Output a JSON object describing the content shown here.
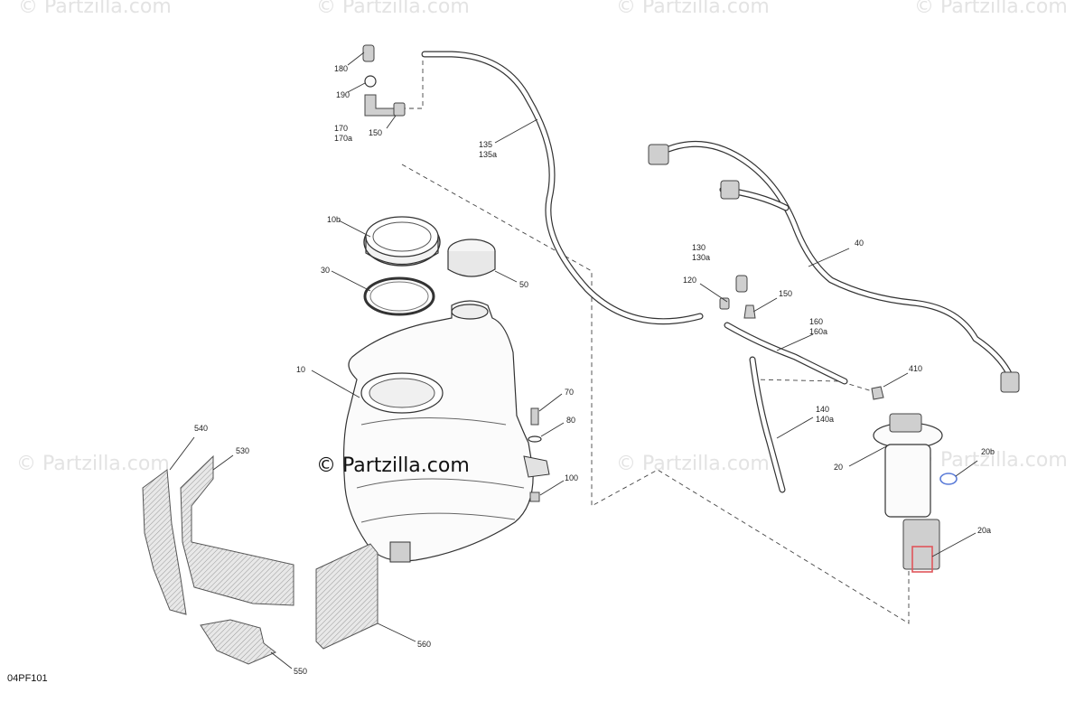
{
  "watermark": {
    "text": "© Partzilla.com",
    "main_text": "© Partzilla.com"
  },
  "figure_id": "04PF101",
  "callouts": [
    {
      "id": "c180",
      "label": "180"
    },
    {
      "id": "c190",
      "label": "190"
    },
    {
      "id": "c170",
      "label": "170"
    },
    {
      "id": "c170a",
      "label": "170a"
    },
    {
      "id": "c150a",
      "label": "150"
    },
    {
      "id": "c135",
      "label": "135"
    },
    {
      "id": "c135a",
      "label": "135a"
    },
    {
      "id": "c10b",
      "label": "10b"
    },
    {
      "id": "c30",
      "label": "30"
    },
    {
      "id": "c50",
      "label": "50"
    },
    {
      "id": "c10",
      "label": "10"
    },
    {
      "id": "c70",
      "label": "70"
    },
    {
      "id": "c80",
      "label": "80"
    },
    {
      "id": "c100",
      "label": "100"
    },
    {
      "id": "c540",
      "label": "540"
    },
    {
      "id": "c530",
      "label": "530"
    },
    {
      "id": "c560",
      "label": "560"
    },
    {
      "id": "c550",
      "label": "550"
    },
    {
      "id": "c130",
      "label": "130"
    },
    {
      "id": "c130a",
      "label": "130a"
    },
    {
      "id": "c120",
      "label": "120"
    },
    {
      "id": "c150b",
      "label": "150"
    },
    {
      "id": "c40",
      "label": "40"
    },
    {
      "id": "c160",
      "label": "160"
    },
    {
      "id": "c160a",
      "label": "160a"
    },
    {
      "id": "c410",
      "label": "410"
    },
    {
      "id": "c140",
      "label": "140"
    },
    {
      "id": "c140a",
      "label": "140a"
    },
    {
      "id": "c20",
      "label": "20"
    },
    {
      "id": "c20b",
      "label": "20b"
    },
    {
      "id": "c20a",
      "label": "20a"
    }
  ],
  "colors": {
    "line": "#333333",
    "accent_blue": "#5a7bd8",
    "accent_red": "#e0555a",
    "watermark": "#e3e3e3"
  }
}
